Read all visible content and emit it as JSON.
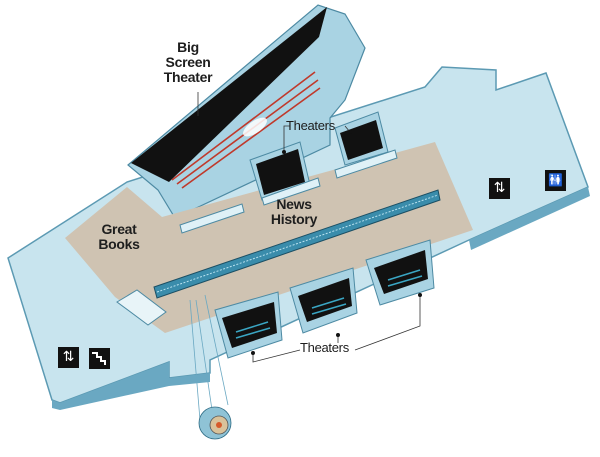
{
  "labels": {
    "big_screen_theater": [
      "Big",
      "Screen",
      "Theater"
    ],
    "theaters_top": "Theaters",
    "news_history": [
      "News",
      "History"
    ],
    "great_books": [
      "Great",
      "Books"
    ],
    "theaters_bottom": "Theaters"
  },
  "icons": {
    "elevator": "⇅",
    "restroom": "🚻",
    "stairs": "stairs-icon"
  },
  "colors": {
    "floor": "#c8e4ee",
    "wall": "#7fb9cf",
    "gallery": "#cfc3b2",
    "theater_interior": "#111111",
    "seats": "#c0392b"
  }
}
